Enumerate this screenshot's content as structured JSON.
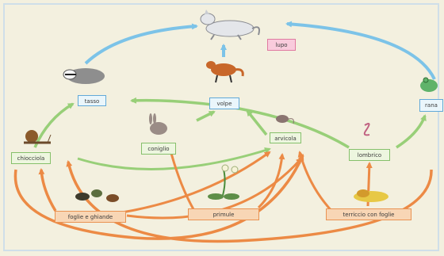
{
  "labels": {
    "lupo": "lupo",
    "tasso": "tasso",
    "volpe": "volpe",
    "rana": "rana",
    "chiocciola": "chiocciola",
    "coniglio": "coniglio",
    "arvicola": "arvicola",
    "lombrico": "lombrico",
    "foglie": "foglie e ghiande",
    "primule": "primule",
    "terriccio": "terriccio con foglie"
  },
  "colors": {
    "background": "#f3f0df",
    "arrow_blue": "#7cc3e8",
    "arrow_green": "#98cf78",
    "arrow_orange": "#ec8a45"
  }
}
